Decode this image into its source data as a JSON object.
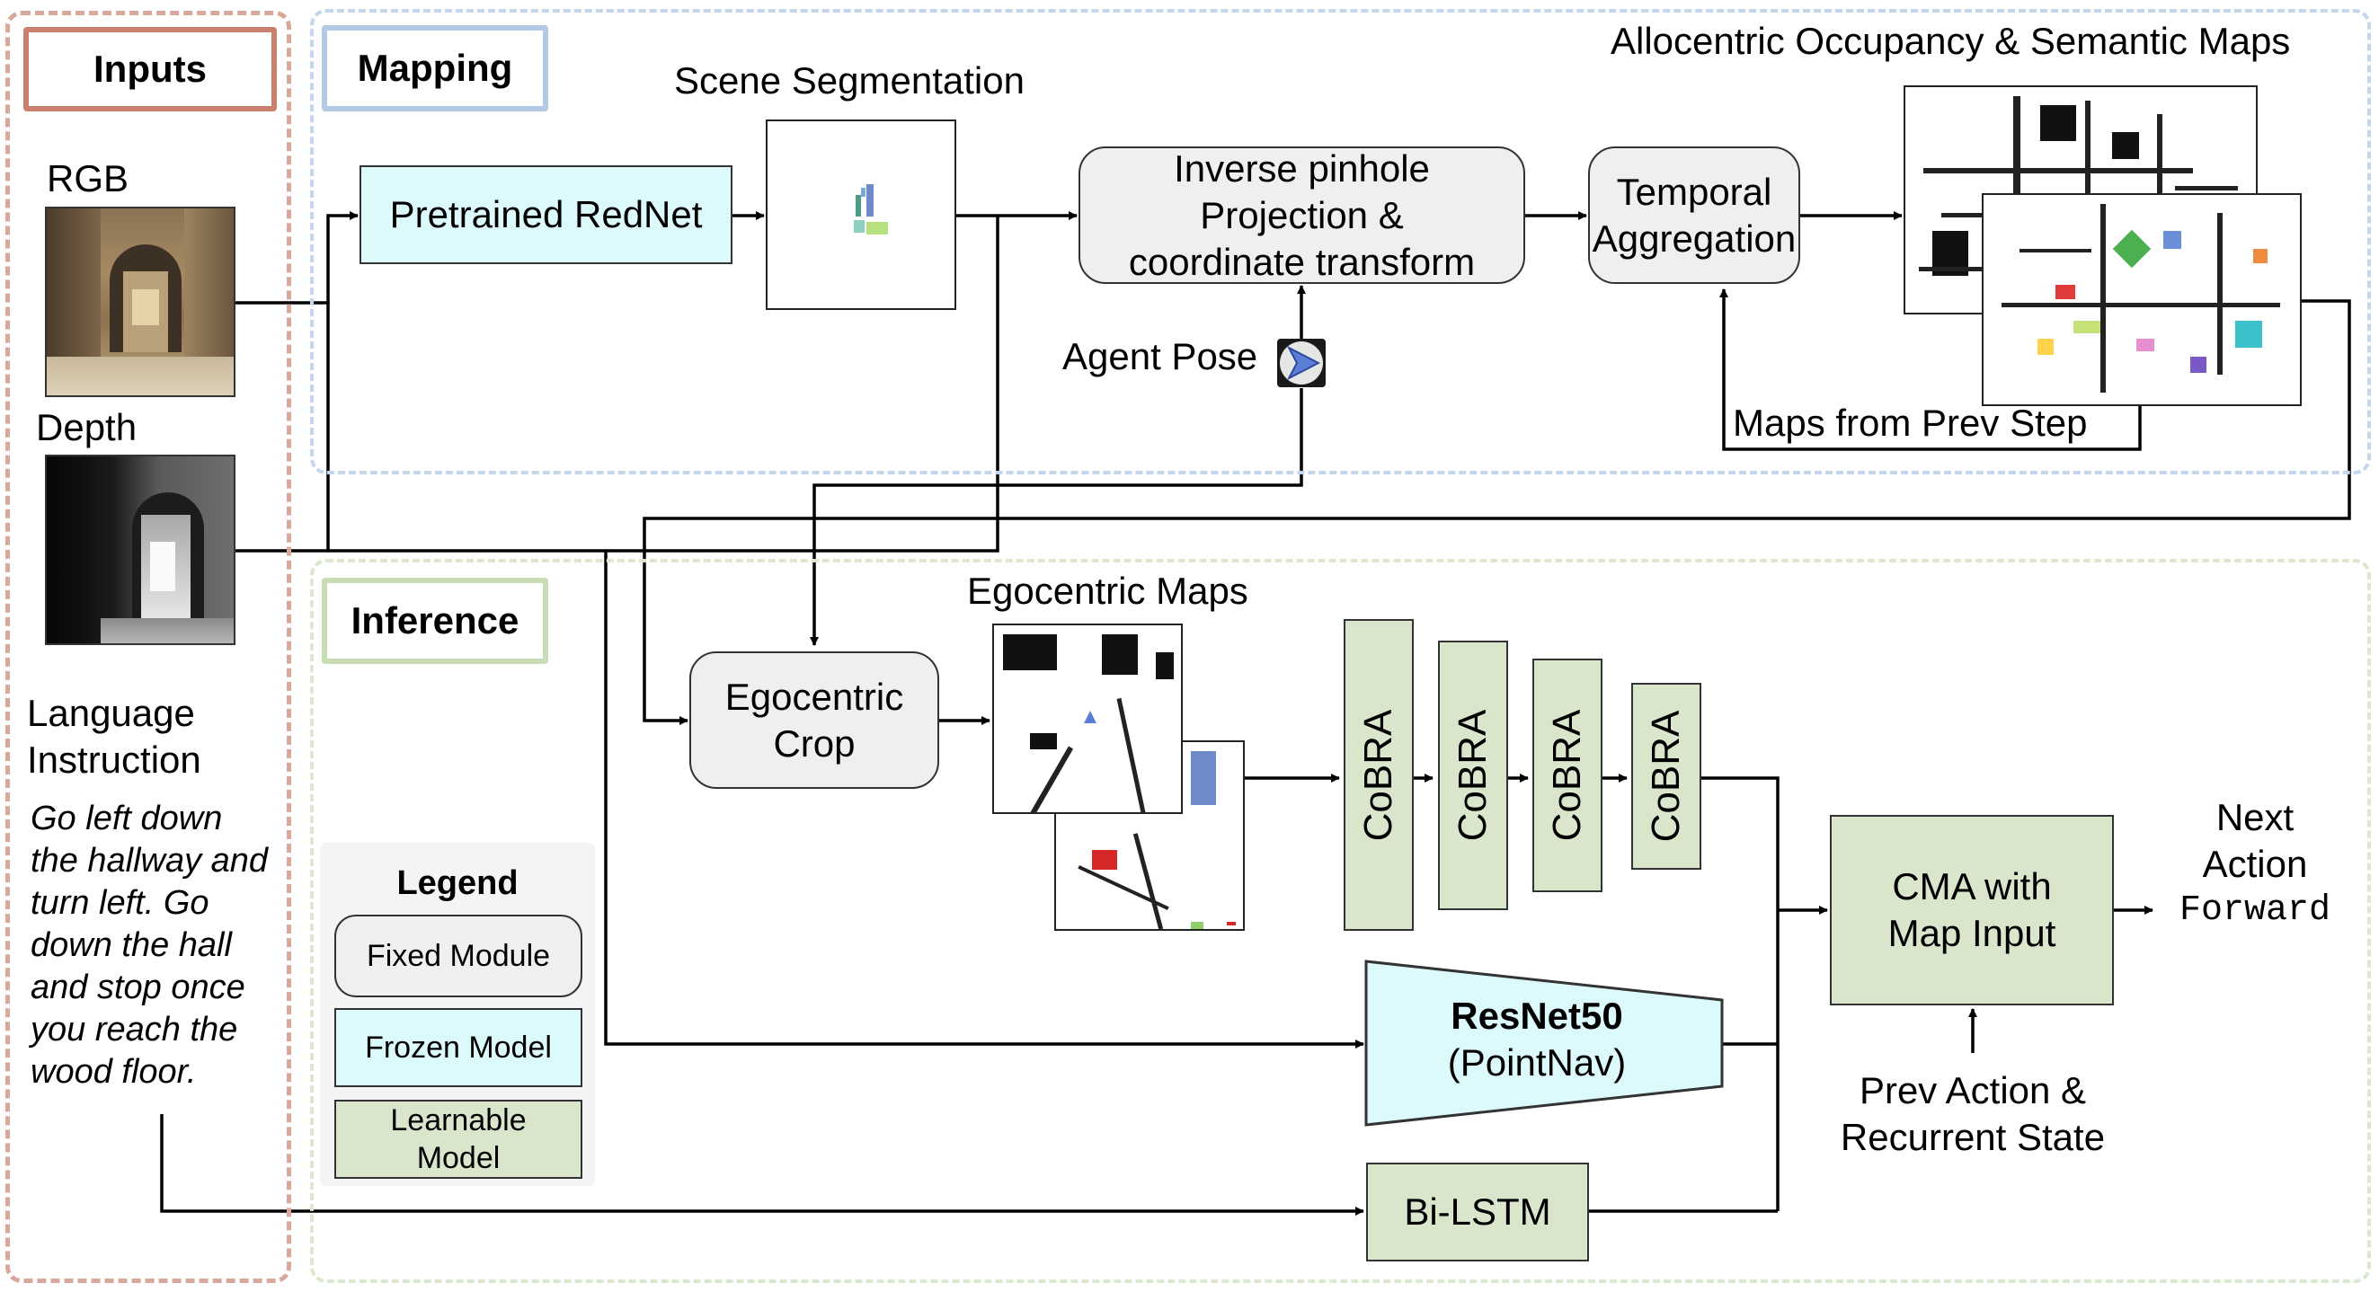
{
  "colors": {
    "inputs_frame": "#d9a89a",
    "mapping_frame": "#b8cde6",
    "inference_frame": "#d3e3c4",
    "fixed_module": "#efefef",
    "frozen_model": "#dcfafc",
    "learnable_model": "#d9e6cc",
    "agent_pose_arrow": "#5b7fd6"
  },
  "sections": {
    "inputs": "Inputs",
    "mapping": "Mapping",
    "inference": "Inference"
  },
  "inputs": {
    "rgb_label": "RGB",
    "depth_label": "Depth",
    "language_label_1": "Language",
    "language_label_2": "Instruction",
    "instruction_lines": [
      "Go left down",
      "the hallway and",
      "turn left. Go",
      "down the hall",
      "and stop once",
      "you reach the",
      "wood floor."
    ]
  },
  "mapping": {
    "scene_segmentation": "Scene Segmentation",
    "rednet": "Pretrained RedNet",
    "projection_lines": [
      "Inverse pinhole",
      "Projection &",
      "coordinate transform"
    ],
    "temporal_lines": [
      "Temporal",
      "Aggregation"
    ],
    "maps_title": "Allocentric Occupancy & Semantic Maps",
    "agent_pose": "Agent Pose",
    "prev_maps": "Maps from Prev Step"
  },
  "inference": {
    "ego_maps_title": "Egocentric Maps",
    "ego_crop_lines": [
      "Egocentric",
      "Crop"
    ],
    "cobra_blocks": [
      "CoBRA",
      "CoBRA",
      "CoBRA",
      "CoBRA"
    ],
    "resnet_title": "ResNet50",
    "resnet_sub": "(PointNav)",
    "bilstm": "Bi-LSTM",
    "cma_lines": [
      "CMA with",
      "Map Input"
    ],
    "prev_action_lines": [
      "Prev Action &",
      "Recurrent State"
    ],
    "next_action_lines": [
      "Next",
      "Action"
    ],
    "next_action_value": "Forward"
  },
  "legend": {
    "title": "Legend",
    "fixed": "Fixed Module",
    "frozen": "Frozen Model",
    "learnable_lines": [
      "Learnable",
      "Model"
    ]
  }
}
